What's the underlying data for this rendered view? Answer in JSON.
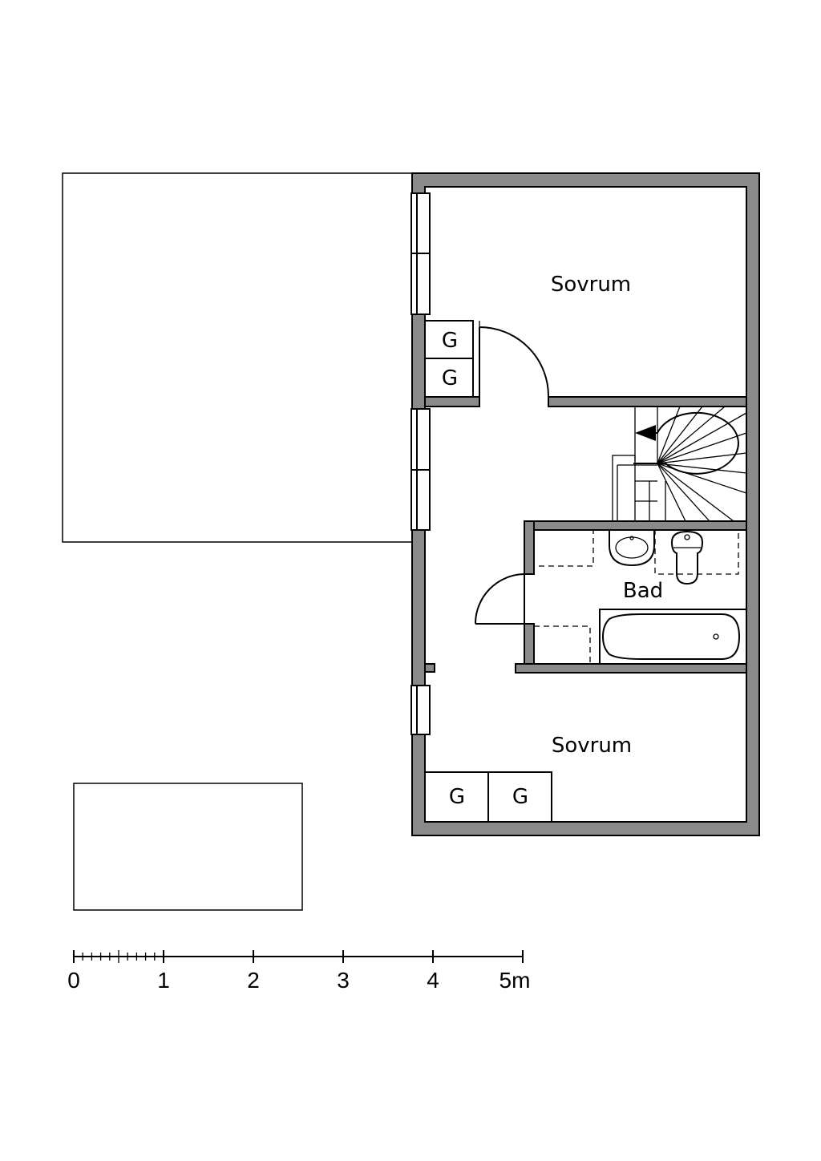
{
  "rooms": {
    "bedroom_top": "Sovrum",
    "bathroom": "Bad",
    "bedroom_bottom": "Sovrum"
  },
  "closets": {
    "top_1": "G",
    "top_2": "G",
    "bottom_1": "G",
    "bottom_2": "G"
  },
  "scale_bar": {
    "labels": [
      "0",
      "1",
      "2",
      "3",
      "4",
      "5m"
    ]
  },
  "colors": {
    "wall_fill": "#8a8a8a",
    "line": "#000000",
    "background": "#ffffff"
  }
}
